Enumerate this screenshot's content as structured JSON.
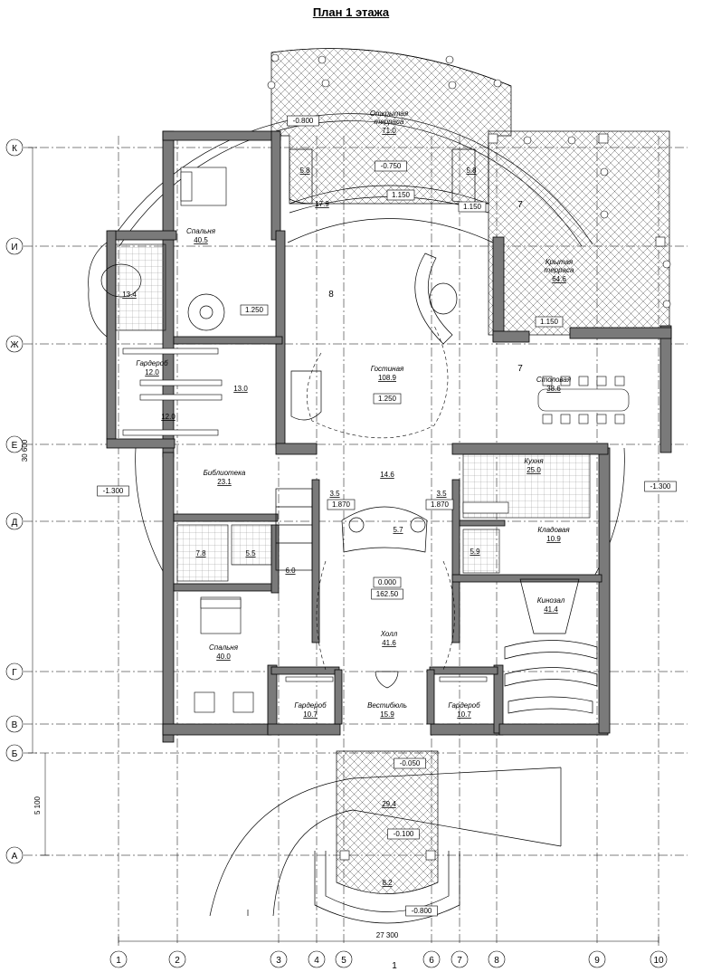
{
  "title": "План 1 этажа",
  "axes_vertical": [
    "1",
    "2",
    "3",
    "4",
    "5",
    "6",
    "7",
    "8",
    "9",
    "10"
  ],
  "axes_horizontal": [
    "К",
    "И",
    "Ж",
    "Е",
    "Д",
    "Г",
    "В",
    "Б",
    "А"
  ],
  "dimensions": {
    "overall_width": "27 300",
    "overall_height": "30 600",
    "porch_depth": "5 100"
  },
  "rooms": [
    {
      "name": "Открытая\nтерраса",
      "area": "71.0"
    },
    {
      "name": "Спальня",
      "area": "40.5"
    },
    {
      "name": "Крытая\nтерраса",
      "area": "64.6"
    },
    {
      "name": "Гостиная",
      "area": "108.9"
    },
    {
      "name": "Гардероб",
      "area": "12.0"
    },
    {
      "name": "Столовая",
      "area": "38.6"
    },
    {
      "name": "Библиотека",
      "area": "23.1"
    },
    {
      "name": "Кухня",
      "area": "25.0"
    },
    {
      "name": "Кладовая",
      "area": "10.9"
    },
    {
      "name": "Холл",
      "area": "41.6"
    },
    {
      "name": "Кинозал",
      "area": "41.4"
    },
    {
      "name": "Спальня",
      "area": "40.0"
    },
    {
      "name": "Гардероб",
      "area": "10.7"
    },
    {
      "name": "Вестибюль",
      "area": "15.9"
    },
    {
      "name": "Гардероб",
      "area": "10.7"
    }
  ],
  "areas": [
    "13.4",
    "12.0",
    "13.0",
    "17.9",
    "5.8",
    "5.8",
    "14.6",
    "3.5",
    "3.5",
    "5.7",
    "7.8",
    "5.5",
    "6.0",
    "5.9",
    "29.4",
    "8.2"
  ],
  "levels": [
    "-0.800",
    "-0.750",
    "1.150",
    "1.150",
    "1.150",
    "1.250",
    "1.250",
    "1.870",
    "1.870",
    "-1.300",
    "-1.300",
    "-0.050",
    "-0.100",
    "-0.800"
  ],
  "datum": {
    "relative": "0.000",
    "absolute": "162.50"
  },
  "section_marks": [
    "7",
    "7",
    "8",
    "1"
  ]
}
